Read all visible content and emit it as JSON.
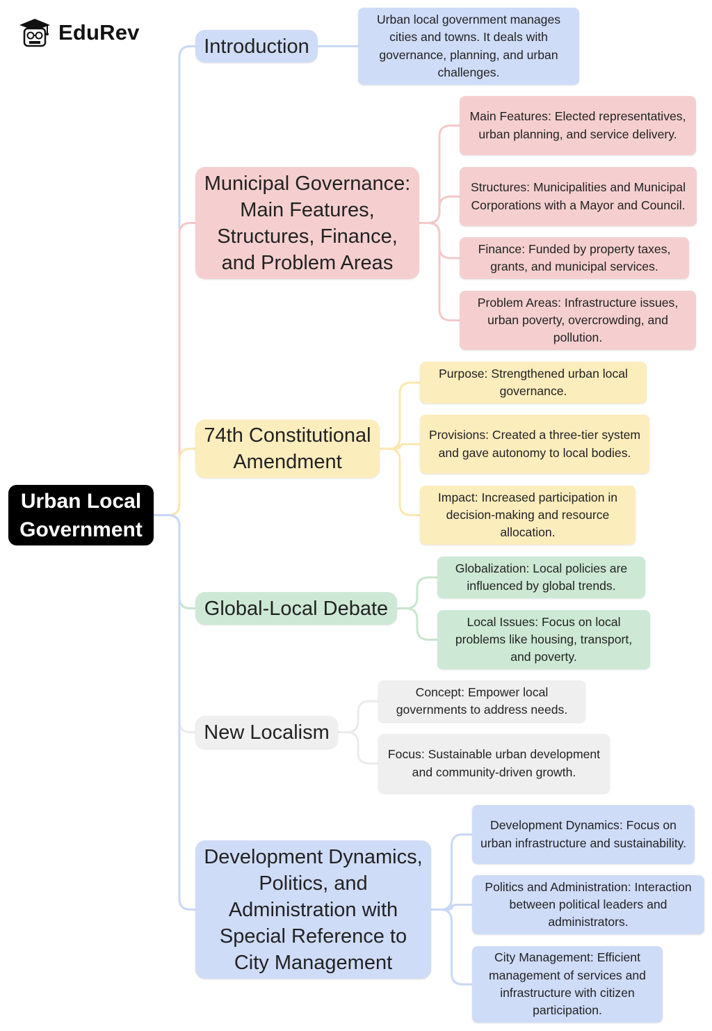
{
  "brand": {
    "name": "EduRev",
    "icon": "graduate-mascot-icon"
  },
  "root": {
    "label": "Urban Local Government"
  },
  "branches": [
    {
      "label": "Introduction",
      "color": "#cfdcf8",
      "line_color": "#c9d8f5",
      "children": [
        "Urban local government manages cities and towns. It deals with governance, planning, and urban challenges."
      ]
    },
    {
      "label": "Municipal Governance: Main Features, Structures, Finance, and Problem Areas",
      "color": "#f5cfcf",
      "line_color": "#f3c9c9",
      "children": [
        "Main Features: Elected representatives, urban planning, and service delivery.",
        "Structures: Municipalities and Municipal Corporations with a Mayor and Council.",
        "Finance: Funded by property taxes, grants, and municipal services.",
        "Problem Areas: Infrastructure issues, urban poverty, overcrowding, and pollution."
      ]
    },
    {
      "label": "74th Constitutional Amendment",
      "color": "#fcedbd",
      "line_color": "#fbe7b0",
      "children": [
        "Purpose: Strengthened urban local governance.",
        "Provisions: Created a three-tier system and gave autonomy to local bodies.",
        "Impact: Increased participation in decision-making and resource allocation."
      ]
    },
    {
      "label": "Global-Local Debate",
      "color": "#cde9d5",
      "line_color": "#c8e6cf",
      "children": [
        "Globalization: Local policies are influenced by global trends.",
        "Local Issues: Focus on local problems like housing, transport, and poverty."
      ]
    },
    {
      "label": "New Localism",
      "color": "#efefef",
      "line_color": "#ebebeb",
      "children": [
        "Concept: Empower local governments to address needs.",
        "Focus: Sustainable urban development and community-driven growth."
      ]
    },
    {
      "label": "Development Dynamics, Politics, and Administration with Special Reference to City Management",
      "color": "#cfdcf8",
      "line_color": "#c9d8f5",
      "children": [
        "Development Dynamics: Focus on urban infrastructure and sustainability.",
        "Politics and Administration: Interaction between political leaders and administrators.",
        "City Management: Efficient management of services and infrastructure with citizen participation."
      ]
    }
  ]
}
